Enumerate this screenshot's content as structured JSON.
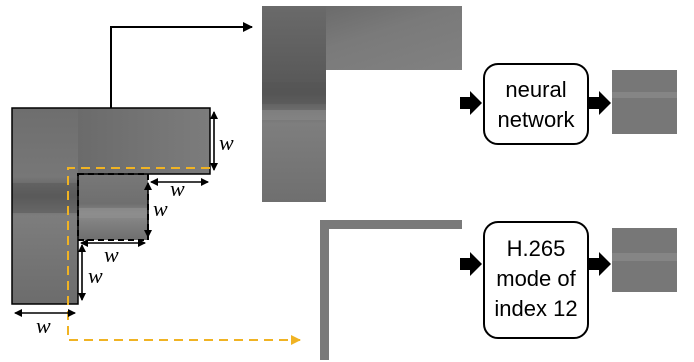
{
  "diagram": {
    "width_label": "w",
    "neural_network_box": {
      "line1": "neural",
      "line2": "network"
    },
    "h265_box": {
      "line1": "H.265",
      "line2": "mode of",
      "line3": "index 12"
    },
    "colors": {
      "context_gray": "#7a7a7a",
      "dark_band": "#5c5c5c",
      "dashed_arrow": "#f0b323",
      "outline": "#000000"
    }
  }
}
